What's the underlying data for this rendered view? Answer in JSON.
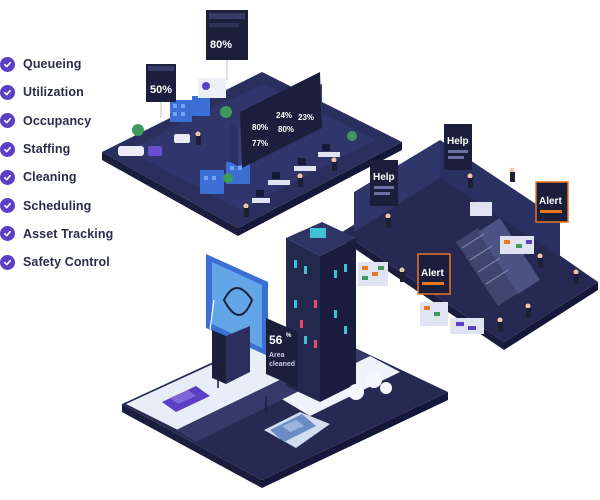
{
  "features": [
    "Queueing",
    "Utilization",
    "Occupancy",
    "Staffing",
    "Cleaning",
    "Scheduling",
    "Asset Tracking",
    "Safety Control"
  ],
  "office": {
    "sign_left_value": "50%",
    "sign_top_value": "80%",
    "dashboard_values": [
      "80%",
      "24%",
      "77%",
      "80%",
      "23%"
    ]
  },
  "store": {
    "help_sign_1": "Help",
    "help_sign_2": "Help",
    "alert_sign_1": "Alert",
    "alert_sign_2": "Alert"
  },
  "tower": {
    "billboard_value": "56",
    "billboard_unit": "%",
    "billboard_caption_1": "Area",
    "billboard_caption_2": "cleaned"
  },
  "colors": {
    "accent": "#5b3fc4",
    "navy": "#2a2d4a",
    "floor": "#262a52",
    "alert": "#e87722",
    "sign": "#1b1f3b"
  },
  "icons": {
    "feature_bullet": "check-circle-icon"
  }
}
